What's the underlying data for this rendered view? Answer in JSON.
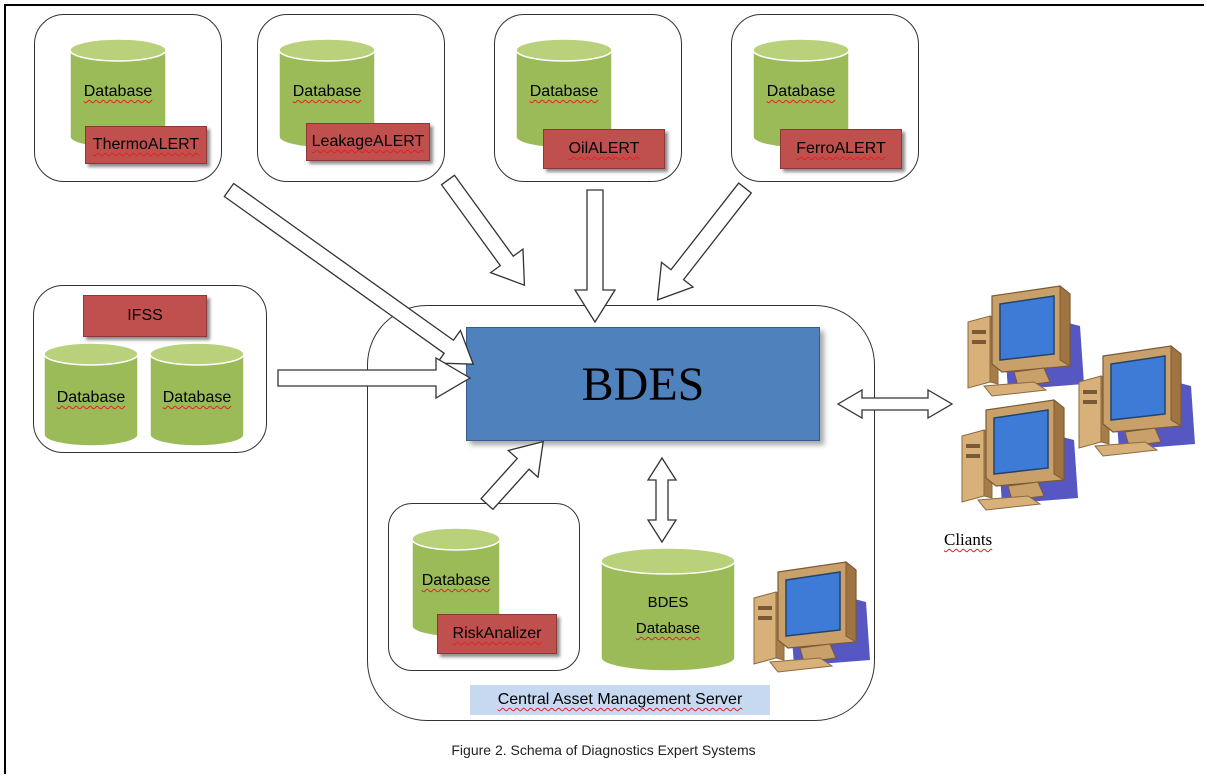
{
  "modules": {
    "thermo": {
      "db": "Database",
      "tool": "ThermoALERT"
    },
    "leakage": {
      "db": "Database",
      "tool": "LeakageALERT"
    },
    "oil": {
      "db": "Database",
      "tool": "OilALERT"
    },
    "ferro": {
      "db": "Database",
      "tool": "FerroALERT"
    },
    "ifss": {
      "tool": "IFSS",
      "db1": "Database",
      "db2": "Database"
    },
    "risk": {
      "db": "Database",
      "tool": "RiskAnalizer"
    }
  },
  "core": {
    "label": "BDES"
  },
  "bdes_db": {
    "line1": "BDES",
    "line2": "Database"
  },
  "server_label": "Central Asset Management Server",
  "clients_label": "Cliants",
  "caption": "Figure 2. Schema of Diagnostics Expert Systems",
  "colors": {
    "db_fill": "#9bbb59",
    "db_top": "#b8d17a",
    "alert": "#c0504d",
    "core": "#4f81bd",
    "server_label_bg": "#c6d9f1",
    "monitor_screen": "#3e7bd6",
    "computer_case": "#c9a06a"
  }
}
